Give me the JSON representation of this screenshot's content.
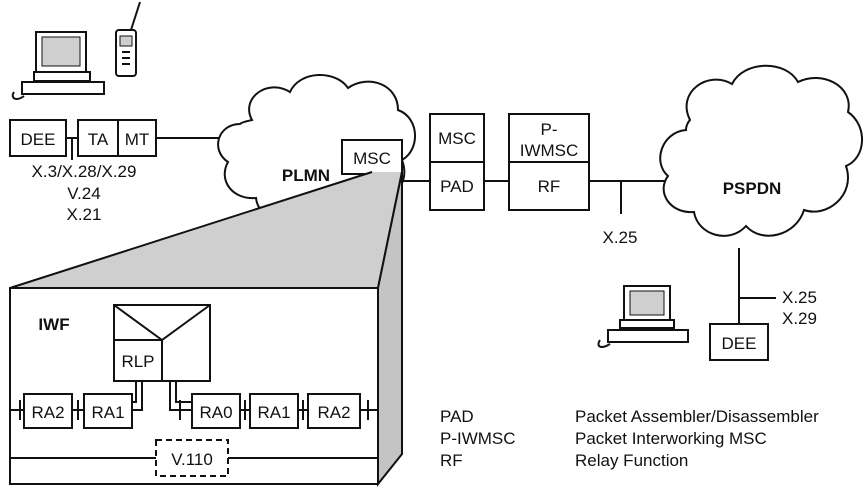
{
  "diagram": {
    "terminal_left": {
      "dee": "DEE",
      "ta": "TA",
      "mt": "MT",
      "interfaces": [
        "X.3/X.28/X.29",
        "V.24",
        "X.21"
      ]
    },
    "plmn": {
      "label": "PLMN",
      "msc": "MSC"
    },
    "pad_stack": {
      "msc": "MSC",
      "pad": "PAD"
    },
    "iwmsc_stack": {
      "top_line1": "P-",
      "top_line2": "IWMSC",
      "rf": "RF"
    },
    "x25_link": "X.25",
    "pspdn": {
      "label": "PSPDN"
    },
    "terminal_right": {
      "dee": "DEE",
      "interfaces": [
        "X.25",
        "X.29"
      ]
    },
    "iwf": {
      "label": "IWF",
      "rlp": "RLP",
      "left_chain": [
        "RA2",
        "RA1"
      ],
      "right_chain": [
        "RA0",
        "RA1",
        "RA2"
      ],
      "v110": "V.110"
    },
    "legend": [
      {
        "abbr": "PAD",
        "meaning": "Packet Assembler/Disassembler"
      },
      {
        "abbr": "P-IWMSC",
        "meaning": "Packet Interworking MSC"
      },
      {
        "abbr": "RF",
        "meaning": "Relay Function"
      }
    ]
  }
}
